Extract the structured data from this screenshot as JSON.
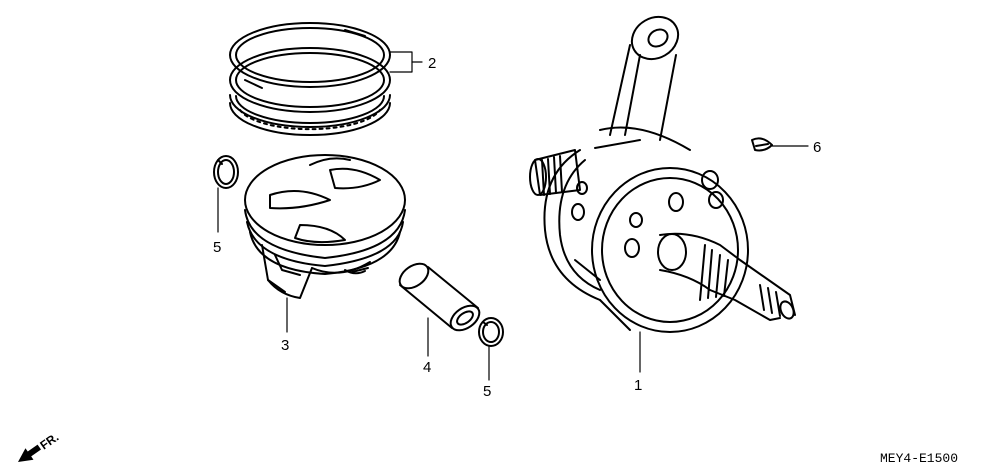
{
  "callouts": [
    {
      "id": "crankshaft",
      "text": "1"
    },
    {
      "id": "piston-rings",
      "text": "2"
    },
    {
      "id": "piston",
      "text": "3"
    },
    {
      "id": "piston-pin",
      "text": "4"
    },
    {
      "id": "clip-left",
      "text": "5"
    },
    {
      "id": "clip-right",
      "text": "5"
    },
    {
      "id": "woodruff-key",
      "text": "6"
    }
  ],
  "direction_marker": "FR.",
  "diagram_code": "MEY4-E1500"
}
